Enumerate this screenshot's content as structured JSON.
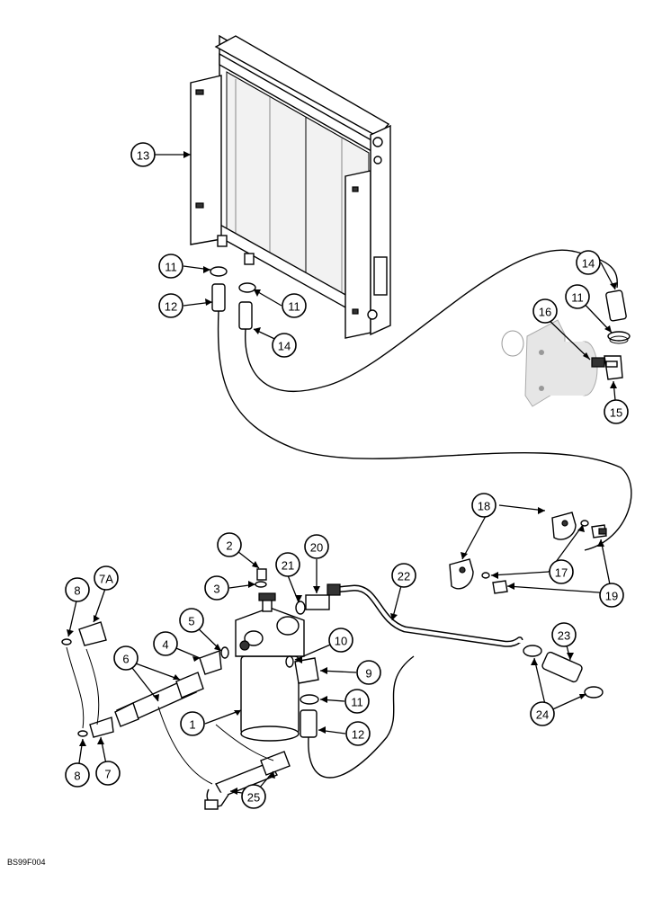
{
  "figure_code": "BS99F004",
  "callouts": [
    {
      "id": "c13",
      "label": "13"
    },
    {
      "id": "c11a",
      "label": "11"
    },
    {
      "id": "c12a",
      "label": "12"
    },
    {
      "id": "c11b",
      "label": "11"
    },
    {
      "id": "c14a",
      "label": "14"
    },
    {
      "id": "c14b",
      "label": "14"
    },
    {
      "id": "c11c",
      "label": "11"
    },
    {
      "id": "c16",
      "label": "16"
    },
    {
      "id": "c15",
      "label": "15"
    },
    {
      "id": "c18",
      "label": "18"
    },
    {
      "id": "c17",
      "label": "17"
    },
    {
      "id": "c19",
      "label": "19"
    },
    {
      "id": "c2",
      "label": "2"
    },
    {
      "id": "c21",
      "label": "21"
    },
    {
      "id": "c20",
      "label": "20"
    },
    {
      "id": "c22",
      "label": "22"
    },
    {
      "id": "c3",
      "label": "3"
    },
    {
      "id": "c8a",
      "label": "8"
    },
    {
      "id": "c7A",
      "label": "7A"
    },
    {
      "id": "c5",
      "label": "5"
    },
    {
      "id": "c4",
      "label": "4"
    },
    {
      "id": "c6",
      "label": "6"
    },
    {
      "id": "c10",
      "label": "10"
    },
    {
      "id": "c9",
      "label": "9"
    },
    {
      "id": "c11d",
      "label": "11"
    },
    {
      "id": "c23",
      "label": "23"
    },
    {
      "id": "c1",
      "label": "1"
    },
    {
      "id": "c12b",
      "label": "12"
    },
    {
      "id": "c24",
      "label": "24"
    },
    {
      "id": "c8b",
      "label": "8"
    },
    {
      "id": "c7",
      "label": "7"
    },
    {
      "id": "c25",
      "label": "25"
    }
  ]
}
